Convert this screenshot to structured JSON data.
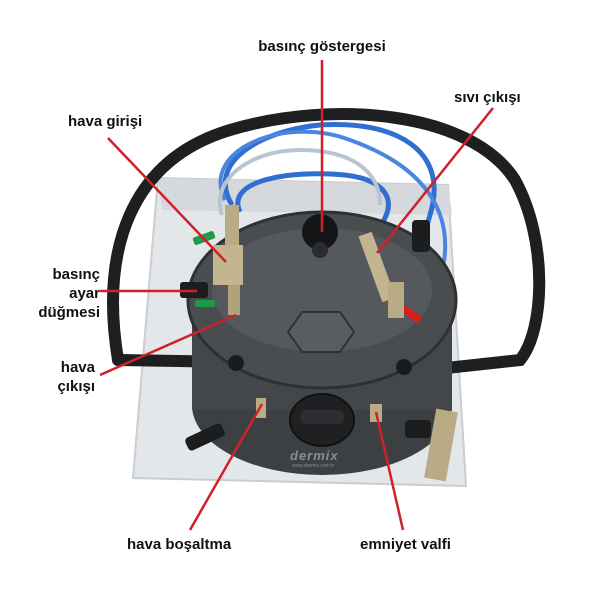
{
  "labels": {
    "basinc_gostergesi": "basınç göstergesi",
    "hava_girisi": "hava girişi",
    "sivi_cikisi": "sıvı çıkışı",
    "basinc_ayar": [
      "basınç",
      "ayar",
      "düğmesi"
    ],
    "hava_cikisi": [
      "hava",
      "çıkışı"
    ],
    "hava_bosaltma": "hava boşaltma",
    "emniyet_valfi": "emniyet valfi"
  },
  "brand": {
    "logo_text": "dermix",
    "logo_subtext": "www.dermix.com.tr"
  },
  "colors": {
    "pointer_line": "#d0202a",
    "tank_body": "#4a4d50",
    "hoses": "#1e1f21",
    "blue_tube": "#2f6fd1",
    "brass_fittings": "#b9ab86",
    "valve_handle_green": "#1f9a4a",
    "valve_handle_red": "#d02020",
    "back_panel": "#e4e7ea"
  }
}
